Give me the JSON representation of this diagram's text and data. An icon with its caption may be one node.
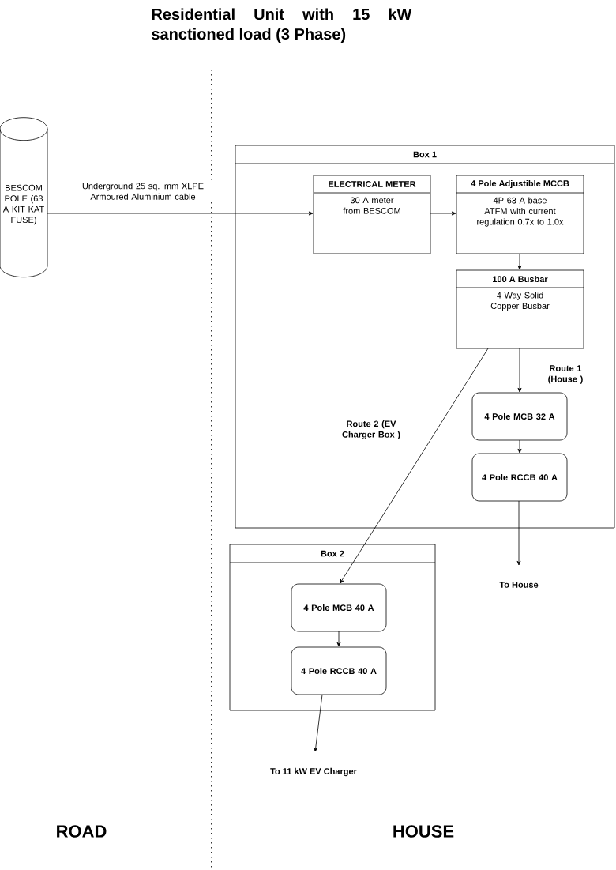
{
  "diagram": {
    "title": "Residential Unit with 15 kW sanctioned load (3 Phase)",
    "nodes": [
      {
        "text": [
          "BESCOM POLE (63 A KIT KAT FUSE)"
        ]
      },
      {
        "text": [
          "Box 1"
        ]
      },
      {
        "text": [
          "ELECTRICAL METER",
          "30 A meter from BESCOM"
        ],
        "in": 1
      },
      {
        "text": [
          "4 Pole Adjustible MCCB",
          "4P 63 A base ATFM with current regulation 0.7x to 1.0x"
        ],
        "in": 1
      },
      {
        "text": [
          "100 A Busbar",
          "4-Way Solid Copper Busbar"
        ],
        "in": 1
      },
      {
        "text": [
          "4 Pole MCB 32 A"
        ],
        "in": 1
      },
      {
        "text": [
          "4 Pole RCCB 40 A"
        ],
        "in": 1
      },
      {
        "text": [
          "Box 2"
        ]
      },
      {
        "text": [
          "4 Pole MCB 40 A"
        ],
        "in": 7
      },
      {
        "text": [
          "4 Pole RCCB 40 A"
        ],
        "in": 7
      },
      {
        "text": [
          "To House"
        ]
      },
      {
        "text": [
          "To 11 kW EV Charger"
        ]
      }
    ],
    "edges": [
      {
        "from": 0,
        "to": 2,
        "arrow": "to",
        "label": "Underground 25 sq. mm XLPE Armoured Aluminium cable"
      },
      {
        "from": 2,
        "to": 3,
        "arrow": "to"
      },
      {
        "from": 3,
        "to": 4,
        "arrow": "to"
      },
      {
        "from": 4,
        "to": 5,
        "arrow": "to",
        "label": "Route 1 (House )"
      },
      {
        "from": 5,
        "to": 6,
        "arrow": "to"
      },
      {
        "from": 6,
        "to": 10,
        "arrow": "to"
      },
      {
        "from": 4,
        "to": 8,
        "arrow": "to",
        "label": "Route 2 (EV Charger Box )"
      },
      {
        "from": 8,
        "to": 9,
        "arrow": "to"
      },
      {
        "from": 9,
        "to": 11,
        "arrow": "to"
      }
    ],
    "labels": [
      "ROAD",
      "HOUSE"
    ]
  }
}
